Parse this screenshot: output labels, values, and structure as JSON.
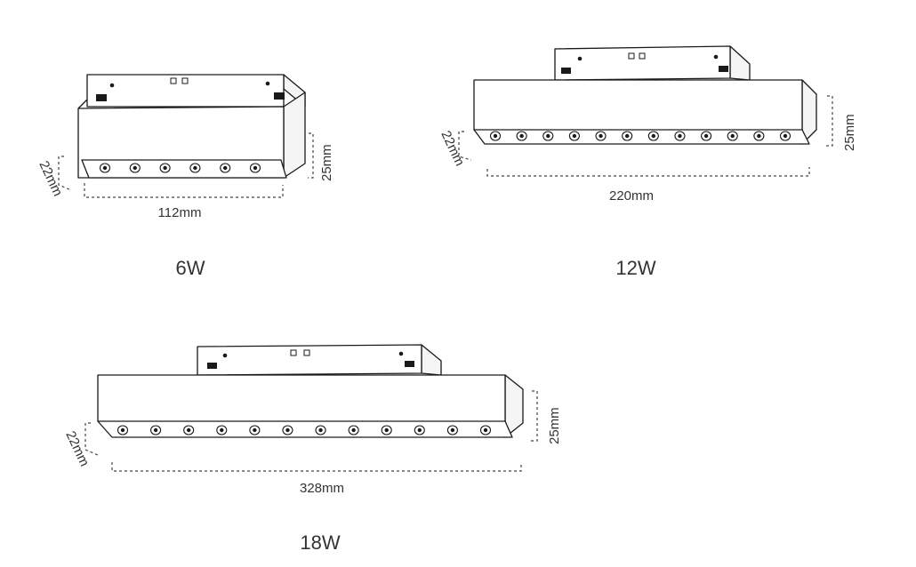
{
  "products": [
    {
      "id": "p6w",
      "watt": "6W",
      "length_label": "112mm",
      "width_label": "22mm",
      "height_label": "25mm",
      "lens_count": 6
    },
    {
      "id": "p12w",
      "watt": "12W",
      "length_label": "220mm",
      "width_label": "22mm",
      "height_label": "25mm",
      "lens_count": 12
    },
    {
      "id": "p18w",
      "watt": "18W",
      "length_label": "328mm",
      "width_label": "22mm",
      "height_label": "25mm",
      "lens_count": 12
    }
  ]
}
